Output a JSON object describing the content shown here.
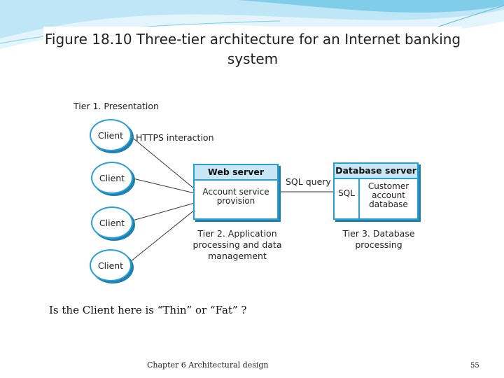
{
  "figure": {
    "title_line1": "Figure 18.10 Three-tier architecture for an Internet banking",
    "title_line2": "system",
    "tier1_label": "Tier 1. Presentation",
    "https_label": "HTTPS interaction",
    "clients": [
      "Client",
      "Client",
      "Client",
      "Client"
    ],
    "web_server": {
      "title": "Web server",
      "body_line1": "Account service",
      "body_line2": "provision"
    },
    "sql_label": "SQL query",
    "db_server": {
      "title": "Database server",
      "sql": "SQL",
      "body_line1": "Customer",
      "body_line2": "account",
      "body_line3": "database"
    },
    "tier2_label": [
      "Tier 2. Application",
      "processing and data",
      "management"
    ],
    "tier3_label": [
      "Tier 3. Database",
      "processing"
    ]
  },
  "slide": {
    "question": "Is the Client here is “Thin” or “Fat” ?",
    "footer": "Chapter 6 Architectural design",
    "page_number": "55"
  },
  "colors": {
    "accent": "#2a9fd4",
    "header_fill": "#c9e6f5",
    "shadow": "#1f7fb0"
  }
}
